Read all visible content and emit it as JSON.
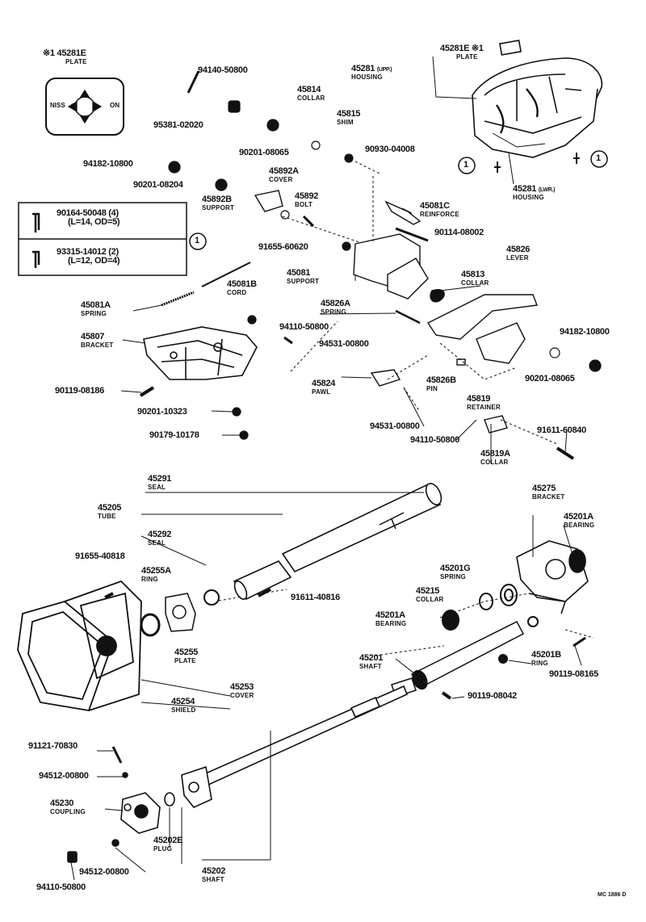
{
  "plate_inset": {
    "mark": "※1",
    "number": "45281E",
    "desc": "PLATE"
  },
  "emblem": {
    "left": "NISS",
    "right": "ON"
  },
  "kit_box": {
    "rows": [
      {
        "number": "90164-50048 (4)",
        "dims": "(L=14, OD=5)"
      },
      {
        "number": "93315-14012 (2)",
        "dims": "(L=12, OD=4)"
      }
    ]
  },
  "circle_ref": "1",
  "labels": [
    {
      "id": "p45281E",
      "number": "45281E ※1",
      "desc": "PLATE"
    },
    {
      "id": "p45281U",
      "number": "45281",
      "desc": "HOUSING",
      "tag": "(UPP.)"
    },
    {
      "id": "p45281L",
      "number": "45281",
      "desc": "HOUSING",
      "tag": "(LWR.)"
    },
    {
      "id": "p94140",
      "number": "94140-50800",
      "desc": ""
    },
    {
      "id": "p95381",
      "number": "95381-02020",
      "desc": ""
    },
    {
      "id": "p45814",
      "number": "45814",
      "desc": "COLLAR"
    },
    {
      "id": "p45815",
      "number": "45815",
      "desc": "SHIM"
    },
    {
      "id": "p90201a",
      "number": "90201-08065",
      "desc": ""
    },
    {
      "id": "p90930",
      "number": "90930-04008",
      "desc": ""
    },
    {
      "id": "p94182a",
      "number": "94182-10800",
      "desc": ""
    },
    {
      "id": "p90201b",
      "number": "90201-08204",
      "desc": ""
    },
    {
      "id": "p45892A",
      "number": "45892A",
      "desc": "COVER"
    },
    {
      "id": "p45892B",
      "number": "45892B",
      "desc": "SUPPORT"
    },
    {
      "id": "p45892",
      "number": "45892",
      "desc": "BOLT"
    },
    {
      "id": "p45081C",
      "number": "45081C",
      "desc": "REINFORCE"
    },
    {
      "id": "p90114",
      "number": "90114-08002",
      "desc": ""
    },
    {
      "id": "p91655a",
      "number": "91655-60620",
      "desc": ""
    },
    {
      "id": "p45826",
      "number": "45826",
      "desc": "LEVER"
    },
    {
      "id": "p45081",
      "number": "45081",
      "desc": "SUPPORT"
    },
    {
      "id": "p45081B",
      "number": "45081B",
      "desc": "CORD"
    },
    {
      "id": "p45813",
      "number": "45813",
      "desc": "COLLAR"
    },
    {
      "id": "p45081A",
      "number": "45081A",
      "desc": "SPRING"
    },
    {
      "id": "p45826A",
      "number": "45826A",
      "desc": "SPRING"
    },
    {
      "id": "p94110a",
      "number": "94110-50800",
      "desc": ""
    },
    {
      "id": "p45807",
      "number": "45807",
      "desc": "BRACKET"
    },
    {
      "id": "p94531a",
      "number": "94531-00800",
      "desc": ""
    },
    {
      "id": "p94182b",
      "number": "94182-10800",
      "desc": ""
    },
    {
      "id": "p90201c",
      "number": "90201-08065",
      "desc": ""
    },
    {
      "id": "p90119a",
      "number": "90119-08186",
      "desc": ""
    },
    {
      "id": "p45824",
      "number": "45824",
      "desc": "PAWL"
    },
    {
      "id": "p45826B",
      "number": "45826B",
      "desc": "PIN"
    },
    {
      "id": "p45819",
      "number": "45819",
      "desc": "RETAINER"
    },
    {
      "id": "p90201d",
      "number": "90201-10323",
      "desc": ""
    },
    {
      "id": "p94531b",
      "number": "94531-00800",
      "desc": ""
    },
    {
      "id": "p94110b",
      "number": "94110-50800",
      "desc": ""
    },
    {
      "id": "p91611a",
      "number": "91611-60840",
      "desc": ""
    },
    {
      "id": "p90179",
      "number": "90179-10178",
      "desc": ""
    },
    {
      "id": "p45819A",
      "number": "45819A",
      "desc": "COLLAR"
    },
    {
      "id": "p45291",
      "number": "45291",
      "desc": "SEAL"
    },
    {
      "id": "p45205",
      "number": "45205",
      "desc": "TUBE"
    },
    {
      "id": "p45275",
      "number": "45275",
      "desc": "BRACKET"
    },
    {
      "id": "p45201A1",
      "number": "45201A",
      "desc": "BEARING"
    },
    {
      "id": "p45292",
      "number": "45292",
      "desc": "SEAL"
    },
    {
      "id": "p91655b",
      "number": "91655-40818",
      "desc": ""
    },
    {
      "id": "p45255A",
      "number": "45255A",
      "desc": "RING"
    },
    {
      "id": "p45201G",
      "number": "45201G",
      "desc": "SPRING"
    },
    {
      "id": "p45215",
      "number": "45215",
      "desc": "COLLAR"
    },
    {
      "id": "p91611b",
      "number": "91611-40816",
      "desc": ""
    },
    {
      "id": "p45201A2",
      "number": "45201A",
      "desc": "BEARING"
    },
    {
      "id": "p45255",
      "number": "45255",
      "desc": "PLATE"
    },
    {
      "id": "p45201B",
      "number": "45201B",
      "desc": "RING"
    },
    {
      "id": "p90119b",
      "number": "90119-08165",
      "desc": ""
    },
    {
      "id": "p45201",
      "number": "45201",
      "desc": "SHAFT"
    },
    {
      "id": "p45253",
      "number": "45253",
      "desc": "COVER"
    },
    {
      "id": "p45254",
      "number": "45254",
      "desc": "SHIELD"
    },
    {
      "id": "p90119c",
      "number": "90119-08042",
      "desc": ""
    },
    {
      "id": "p91121",
      "number": "91121-70830",
      "desc": ""
    },
    {
      "id": "p94512a",
      "number": "94512-00800",
      "desc": ""
    },
    {
      "id": "p45230",
      "number": "45230",
      "desc": "COUPLING"
    },
    {
      "id": "p45202E",
      "number": "45202E",
      "desc": "PLUG"
    },
    {
      "id": "p94512b",
      "number": "94512-00800",
      "desc": ""
    },
    {
      "id": "p94110c",
      "number": "94110-50800",
      "desc": ""
    },
    {
      "id": "p45202",
      "number": "45202",
      "desc": "SHAFT"
    }
  ],
  "footer_code": "MC 1886 D"
}
